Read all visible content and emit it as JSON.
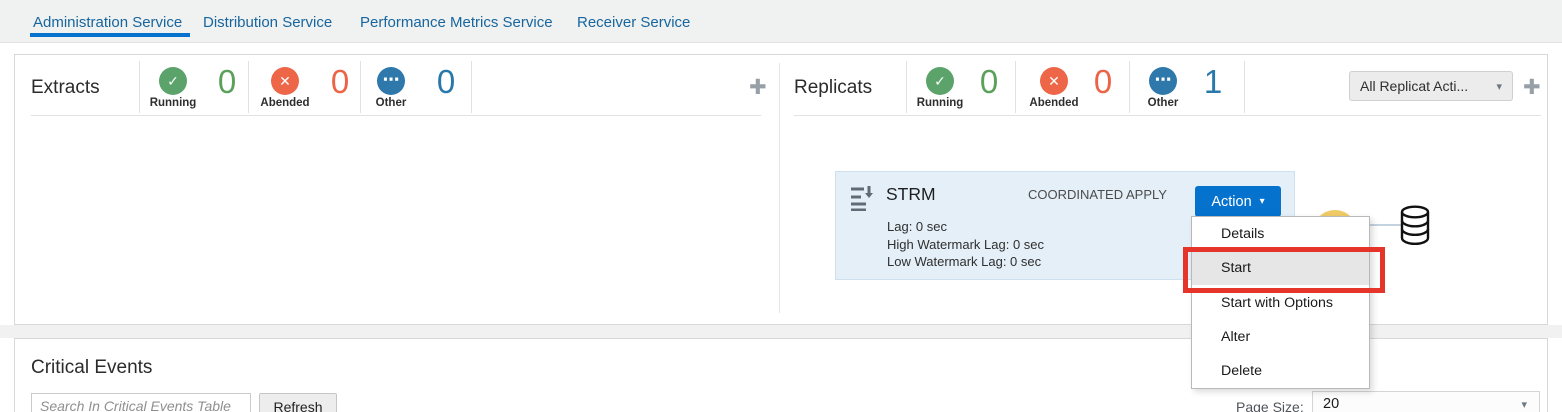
{
  "tabs": {
    "items": [
      {
        "label": "Administration Service",
        "active": true
      },
      {
        "label": "Distribution Service",
        "active": false
      },
      {
        "label": "Performance Metrics Service",
        "active": false
      },
      {
        "label": "Receiver Service",
        "active": false
      }
    ]
  },
  "extracts": {
    "title": "Extracts",
    "statuses": [
      {
        "label": "Running",
        "count": "0"
      },
      {
        "label": "Abended",
        "count": "0"
      },
      {
        "label": "Other",
        "count": "0"
      }
    ]
  },
  "replicats": {
    "title": "Replicats",
    "statuses": [
      {
        "label": "Running",
        "count": "0"
      },
      {
        "label": "Abended",
        "count": "0"
      },
      {
        "label": "Other",
        "count": "1"
      }
    ],
    "actions_select": "All Replicat Acti..."
  },
  "replicat_card": {
    "name": "STRM",
    "mode": "COORDINATED APPLY",
    "action_button": "Action",
    "lag": "Lag: 0 sec",
    "high_watermark": "High Watermark Lag: 0 sec",
    "low_watermark": "Low Watermark Lag: 0 sec"
  },
  "action_menu": {
    "items": [
      {
        "label": "Details"
      },
      {
        "label": "Start",
        "highlighted": true
      },
      {
        "label": "Start with Options"
      },
      {
        "label": "Alter"
      },
      {
        "label": "Delete"
      }
    ]
  },
  "critical_events": {
    "title": "Critical Events",
    "search_placeholder": "Search In Critical Events Table",
    "refresh_button": "Refresh",
    "page_size_label": "Page Size:",
    "page_size_value": "20"
  },
  "icons": {
    "check": "✓",
    "cross": "✕",
    "ellipsis": "⋯",
    "add": "✚",
    "caret_down": "▾"
  },
  "colors": {
    "accent_blue": "#0572ce",
    "running_green": "#5ba36a",
    "abended_red": "#ec6647",
    "other_blue": "#2e78ab",
    "card_bg": "#e4eff8",
    "annotation_red": "#e5352b",
    "path_yellow": "#efca67"
  }
}
